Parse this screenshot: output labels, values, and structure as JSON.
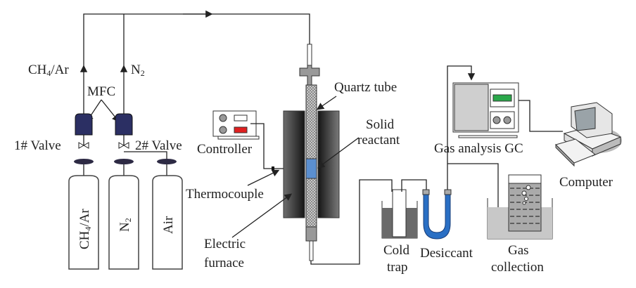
{
  "labels": {
    "ch4ar_line": "CH",
    "ch4ar_sub": "4",
    "ch4ar_rest": "/Ar",
    "n2_line": "N",
    "n2_sub": "2",
    "mfc": "MFC",
    "valve1": "1# Valve",
    "valve2": "2# Valve",
    "cyl1_main": "CH",
    "cyl1_sub": "4",
    "cyl1_rest": "/Ar",
    "cyl2_main": "N",
    "cyl2_sub": "2",
    "cyl3": "Air",
    "controller": "Controller",
    "thermocouple": "Thermocouple",
    "electric_furnace_1": "Electric",
    "electric_furnace_2": "furnace",
    "quartz_tube": "Quartz tube",
    "solid_reactant_1": "Solid",
    "solid_reactant_2": "reactant",
    "cold_trap_1": "Cold",
    "cold_trap_2": "trap",
    "desiccant": "Desiccant",
    "gas_collection_1": "Gas",
    "gas_collection_2": "collection",
    "gc": "Gas analysis GC",
    "computer": "Computer"
  },
  "colors": {
    "mfc": "#2b2f63",
    "desiccant": "#2a6fc4",
    "reactant": "#5b8fd0",
    "furnace": "#3a3a3a",
    "display_green": "#2aa84a",
    "controller_red": "#e02020"
  }
}
